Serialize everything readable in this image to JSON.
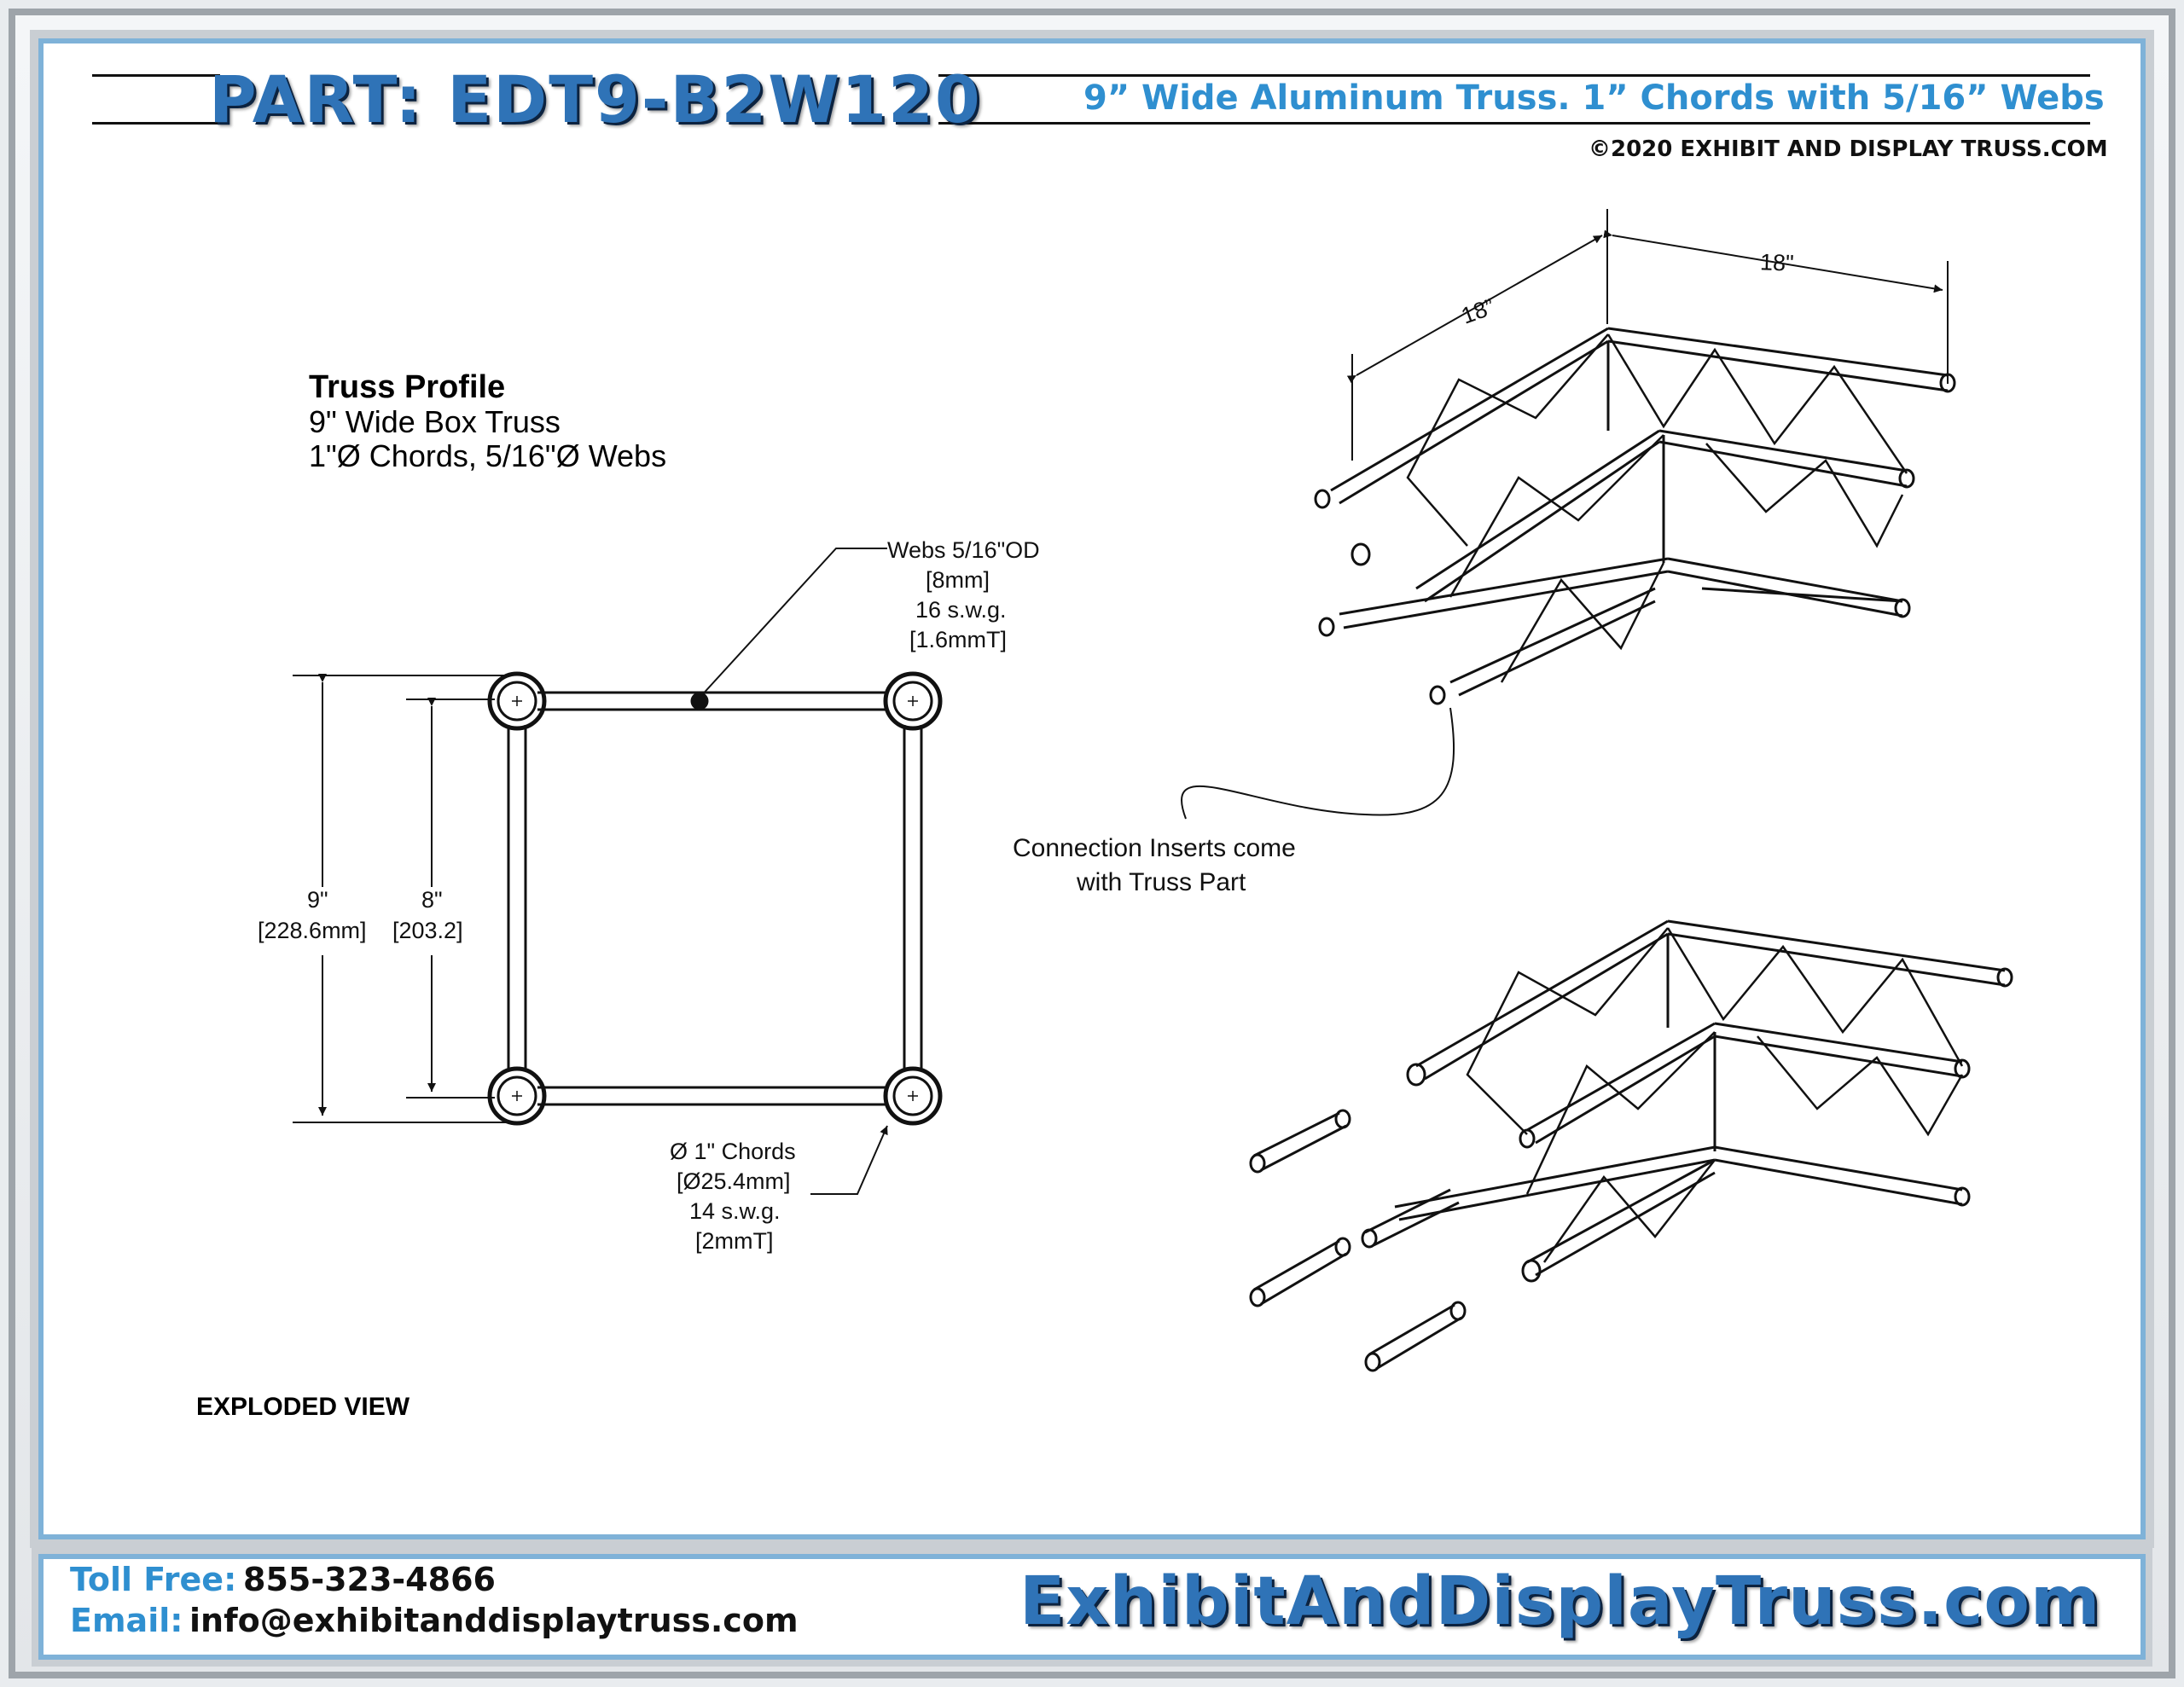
{
  "header": {
    "part_title": "PART: EDT9-B2W120",
    "subtitle": "9” Wide Aluminum Truss. 1” Chords with 5/16” Webs",
    "copyright": "©2020 EXHIBIT AND DISPLAY TRUSS.COM"
  },
  "profile": {
    "title": "Truss Profile",
    "line1": "9\" Wide Box Truss",
    "line2": "1\"Ø Chords, 5/16\"Ø Webs"
  },
  "webs_callout": [
    "Webs 5/16\"OD",
    "[8mm]",
    "16 s.w.g.",
    "[1.6mmT]"
  ],
  "chords_callout": [
    "Ø  1\" Chords",
    "[Ø25.4mm]",
    "14 s.w.g.",
    "[2mmT]"
  ],
  "dim_outer": [
    "9\"",
    "[228.6mm]"
  ],
  "dim_inner": [
    "8\"",
    "[203.2]"
  ],
  "dim_top_left": "18”",
  "dim_top_right": "18\"",
  "connection_note": [
    "Connection Inserts come",
    "with Truss Part"
  ],
  "exploded_label": "EXPLODED VIEW",
  "footer": {
    "toll_label": "Toll Free:",
    "toll_value": "855-323-4866",
    "email_label": "Email:",
    "email_value": "info@exhibitanddisplaytruss.com",
    "site": "ExhibitAndDisplayTruss.com"
  }
}
